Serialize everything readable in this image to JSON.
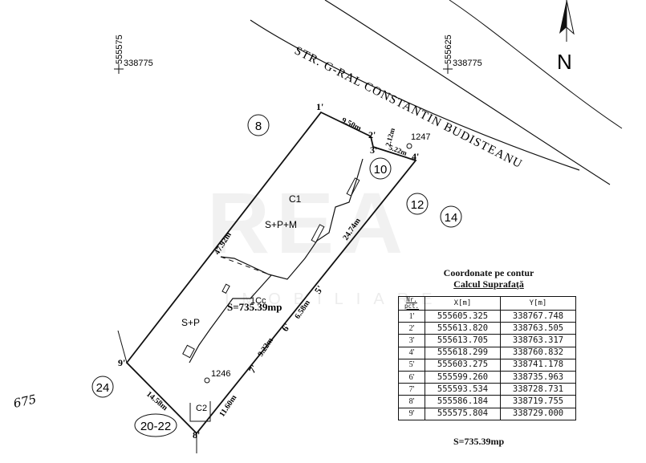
{
  "street": "STR. G-RAL CONSTANTIN BUDISTEANU",
  "north": "N",
  "grid_ticks": [
    {
      "x": "555575",
      "y": "338775"
    },
    {
      "x": "555625",
      "y": "338775"
    }
  ],
  "parcel_numbers": [
    "8",
    "10",
    "12",
    "14",
    "24",
    "20-22"
  ],
  "cadastral": [
    "1247",
    "1246"
  ],
  "buildings": {
    "c1": "C1",
    "c1_levels": "S+P+M",
    "c1cc": "1Cc",
    "c1cc_levels": "S+P",
    "c2": "C2"
  },
  "area_label": "S=735.39mp",
  "point_labels": [
    "1'",
    "2'",
    "3'",
    "4'",
    "5'",
    "6'",
    "7'",
    "8'",
    "9'"
  ],
  "segments": [
    "9.50m",
    "2.12m",
    "5.22m",
    "24.74m",
    "6.58m",
    "9.22m",
    "11.60m",
    "14.58m",
    "47.92m"
  ],
  "margin_note": "675",
  "watermark": "REA",
  "watermark_sub": "IMOBILIARE",
  "coord_table": {
    "title": "Coordonate pe contur",
    "subtitle": "Calcul Suprafaţă",
    "headers": {
      "nr": "Nr. pct.",
      "x": "X[m]",
      "y": "Y[m]"
    },
    "rows": [
      {
        "pt": "1'",
        "x": "555605.325",
        "y": "338767.748"
      },
      {
        "pt": "2'",
        "x": "555613.820",
        "y": "338763.505"
      },
      {
        "pt": "3'",
        "x": "555613.705",
        "y": "338763.317"
      },
      {
        "pt": "4'",
        "x": "555618.299",
        "y": "338760.832"
      },
      {
        "pt": "5'",
        "x": "555603.275",
        "y": "338741.178"
      },
      {
        "pt": "6'",
        "x": "555599.260",
        "y": "338735.963"
      },
      {
        "pt": "7'",
        "x": "555593.534",
        "y": "338728.731"
      },
      {
        "pt": "8'",
        "x": "555586.184",
        "y": "338719.755"
      },
      {
        "pt": "9'",
        "x": "555575.804",
        "y": "338729.000"
      }
    ],
    "total": "S=735.39mp"
  }
}
